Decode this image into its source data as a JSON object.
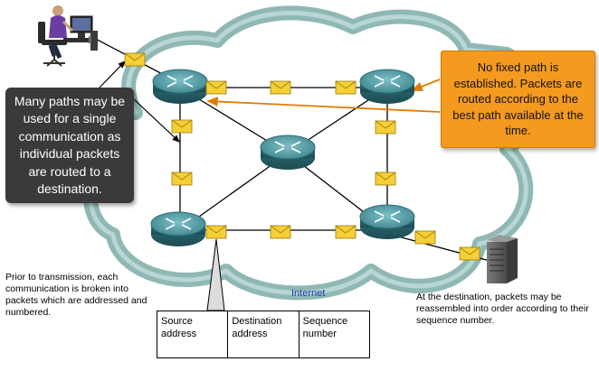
{
  "callouts": {
    "multiple_paths": "Many paths may be used for a single communication as individual packets are routed to a destination.",
    "no_fixed_path": "No fixed path is established. Packets are routed according to the best path available at the time."
  },
  "notes": {
    "prior_to_transmission": "Prior to transmission, each communication is broken into packets which are addressed and numbered.",
    "at_destination": "At the destination, packets may be reassembled into order according to their sequence number."
  },
  "cloud_label": "Internet",
  "packet_fields": [
    "Source address",
    "Destination address",
    "Sequence number"
  ],
  "colors": {
    "cloud": "#8fb8b4",
    "router": "#3f8790",
    "envelope": "#f5cf34",
    "orange_callout": "#f49a1e",
    "dark_callout": "#3a3a3a",
    "arrow": "#e07b00"
  }
}
